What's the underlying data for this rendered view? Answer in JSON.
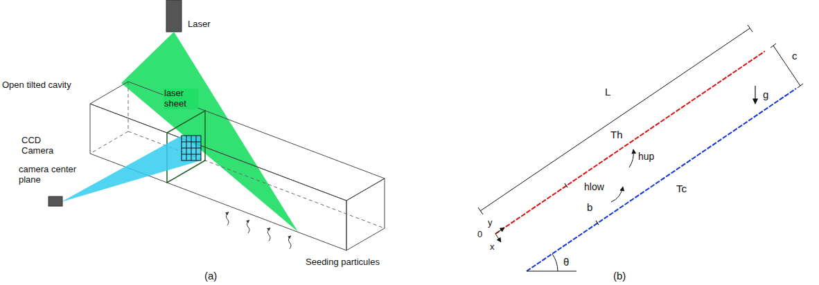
{
  "diagram": {
    "labels": [
      "Laser",
      "Open tilted cavity",
      "laser sheet",
      "CCD Camera",
      "camera center plane",
      "Seeding particules",
      "(a)",
      "L",
      "c",
      "Th",
      "hup",
      "g",
      "b",
      "hlow",
      "Tc",
      "y",
      "0",
      "x",
      "θ",
      "(b)"
    ]
  }
}
